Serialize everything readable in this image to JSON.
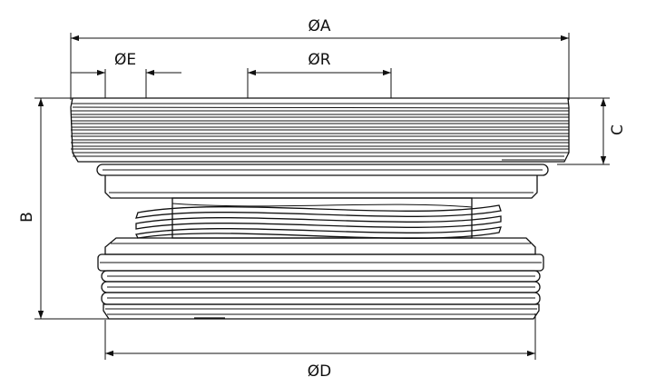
{
  "dimensions": {
    "A": "ØA",
    "B": "B",
    "C": "C",
    "D": "ØD",
    "E": "ØE",
    "R": "ØR"
  },
  "colors": {
    "line": "#111111",
    "background": "#ffffff"
  }
}
